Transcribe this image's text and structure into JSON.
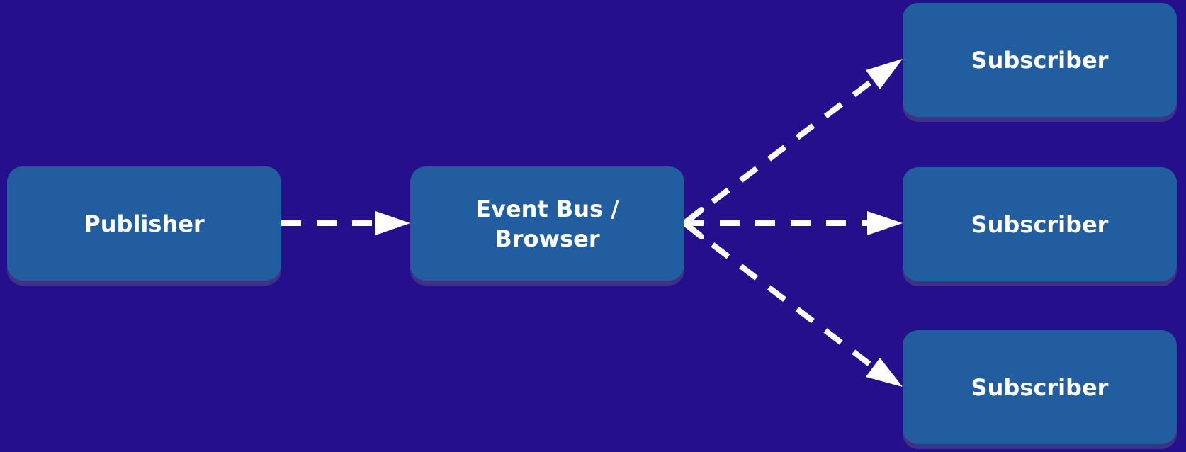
{
  "colors": {
    "background": "#250f8c",
    "node_fill": "#225d9f",
    "node_shadow": "#3e3287",
    "text": "#ffffff",
    "connector": "#ffffff"
  },
  "nodes": {
    "publisher": {
      "label": "Publisher"
    },
    "event_bus": {
      "label": "Event Bus /\nBrowser"
    },
    "subscriber_top": {
      "label": "Subscriber"
    },
    "subscriber_middle": {
      "label": "Subscriber"
    },
    "subscriber_bottom": {
      "label": "Subscriber"
    }
  },
  "edges": [
    {
      "from": "publisher",
      "to": "event_bus",
      "style": "dashed",
      "arrow": "end"
    },
    {
      "from": "event_bus",
      "to": "subscriber_top",
      "style": "dashed",
      "arrow": "end"
    },
    {
      "from": "event_bus",
      "to": "subscriber_middle",
      "style": "dashed",
      "arrow": "end"
    },
    {
      "from": "event_bus",
      "to": "subscriber_bottom",
      "style": "dashed",
      "arrow": "end"
    }
  ]
}
